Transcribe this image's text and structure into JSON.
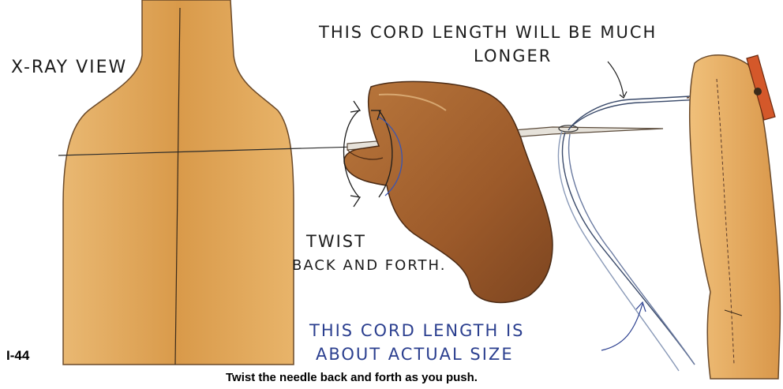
{
  "figure": {
    "number": "I-44",
    "caption": "Twist the needle back and forth as you push."
  },
  "labels": {
    "xray_view": "X-RAY VIEW",
    "cord_long_line1": "THIS CORD LENGTH WILL BE MUCH",
    "cord_long_line2": "LONGER",
    "twist_line1": "TWIST",
    "twist_line2": "BACK AND FORTH.",
    "cord_actual_line1": "THIS CORD LENGTH IS",
    "cord_actual_line2": "ABOUT ACTUAL SIZE"
  },
  "colors": {
    "wood_light": "#e8b46a",
    "wood_dark": "#c98a3e",
    "hand": "#a4612e",
    "hand_shadow": "#7d4520",
    "needle": "#7a6a5a",
    "cord": "#3a4a6a",
    "toggle": "#d4582a",
    "ink_blue": "#2b3f8f",
    "ink_dark": "#1c1c1c"
  }
}
